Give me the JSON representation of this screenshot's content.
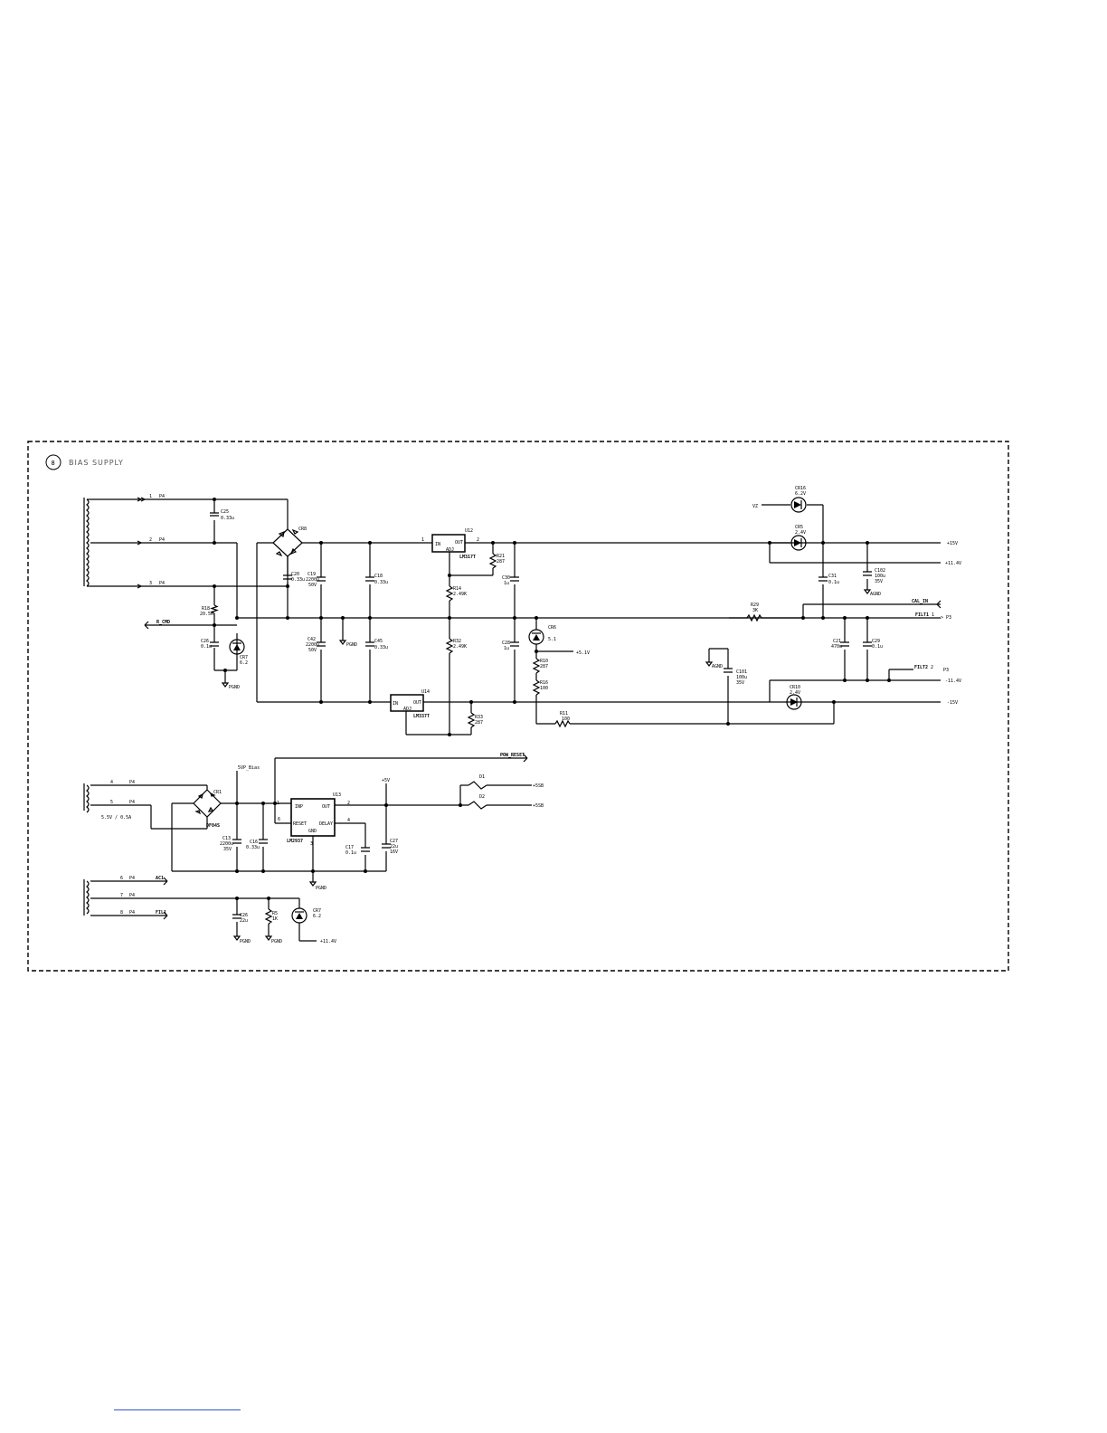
{
  "section": {
    "number": "8",
    "title": "BIAS SUPPLY"
  },
  "upper": {
    "connectors": [
      "1",
      "P4",
      "2",
      "P4",
      "3",
      "P4"
    ],
    "caps": [
      {
        "ref": "C25",
        "value": "0.33u"
      },
      {
        "ref": "C19",
        "value": "2200u",
        "volt": "50V"
      },
      {
        "ref": "C18",
        "value": "0.33u"
      },
      {
        "ref": "C20",
        "value": "0.33u"
      },
      {
        "ref": "C42",
        "value": "2200u",
        "volt": "50V"
      },
      {
        "ref": "C45",
        "value": "0.33u"
      },
      {
        "ref": "C26",
        "value": "0.1u"
      },
      {
        "ref": "C30",
        "value": "1u"
      },
      {
        "ref": "C28",
        "value": "1u"
      },
      {
        "ref": "C31",
        "value": "0.1u"
      },
      {
        "ref": "C102",
        "value": "100u",
        "volt": "35V"
      },
      {
        "ref": "C21",
        "value": "470u"
      },
      {
        "ref": "C29",
        "value": "0.1u"
      },
      {
        "ref": "C101",
        "value": "100u",
        "volt": "35V"
      }
    ],
    "bridge": "CR8",
    "regs": [
      {
        "ref": "U12",
        "part": "LM317T",
        "in": "IN",
        "out": "OUT",
        "adj": "ADJ"
      },
      {
        "ref": "U14",
        "part": "LM337T",
        "in": "IN",
        "out": "OUT",
        "adj": "ADJ"
      }
    ],
    "resistors": [
      {
        "ref": "R21",
        "value": "287"
      },
      {
        "ref": "R14",
        "value": "2.49K"
      },
      {
        "ref": "R32",
        "value": "2.49K"
      },
      {
        "ref": "R33",
        "value": "287"
      },
      {
        "ref": "R18",
        "value": "20.5K"
      },
      {
        "ref": "R29",
        "value": "3K"
      },
      {
        "ref": "R10",
        "value": "287"
      },
      {
        "ref": "R16",
        "value": "100"
      },
      {
        "ref": "R11",
        "value": "100"
      }
    ],
    "diodes": [
      {
        "ref": "CR16",
        "value": "6.2V"
      },
      {
        "ref": "CR5",
        "value": "2.4V"
      },
      {
        "ref": "CR6",
        "value": "5.1"
      },
      {
        "ref": "CR7",
        "value": "6.2"
      },
      {
        "ref": "CR10",
        "value": "2.4V"
      }
    ],
    "nets": {
      "vz": "VZ",
      "p15v": "+15V",
      "p11_4v": "+11.4V",
      "m15v": "-15V",
      "m11_4v": "-11.4V",
      "p5_1v": "+5.1V",
      "cal_in": "CAL_IN",
      "filt_a": "FILT1",
      "filt_b": "FILT2",
      "r_cmd": "R_CMD",
      "j_p3": "-> P3",
      "j_p3b": "P3",
      "pin1": "1",
      "pin2": "2",
      "pgnd": "PGND",
      "agnd": "AGND"
    }
  },
  "lower": {
    "connectors": [
      "4",
      "P4",
      "5",
      "P4",
      "6",
      "P4",
      "7",
      "P4",
      "8",
      "P4"
    ],
    "transformer": "5.5V / 0.5A",
    "bridge": {
      "ref": "CR1",
      "part": "DF04S"
    },
    "net5v": "5VP_Bias",
    "reg": {
      "ref": "U13",
      "part": "LM2937",
      "in": "INP",
      "out": "OUT",
      "reset": "RESET",
      "delay": "DELAY",
      "gnd": "GND"
    },
    "plus5v": "+5V",
    "caps": [
      {
        "ref": "C13",
        "value": "2200u",
        "volt": "35V"
      },
      {
        "ref": "C16",
        "value": "0.33u"
      },
      {
        "ref": "C17",
        "value": "0.1u"
      },
      {
        "ref": "C27",
        "value": "22u",
        "volt": "16V"
      },
      {
        "ref": "C26",
        "value": "22u"
      }
    ],
    "diodes": [
      {
        "ref": "D1"
      },
      {
        "ref": "D2"
      },
      {
        "ref": "CR7",
        "value": "6.2"
      }
    ],
    "resistor": {
      "ref": "R5",
      "value": "1K"
    },
    "outputs": {
      "sb1": "+5SB",
      "sb2": "+5SB",
      "reset": "POW_RESET",
      "tx": "AC1",
      "tx2": "FIL1",
      "p11": "+11.4V"
    },
    "pgnd": "PGND"
  }
}
